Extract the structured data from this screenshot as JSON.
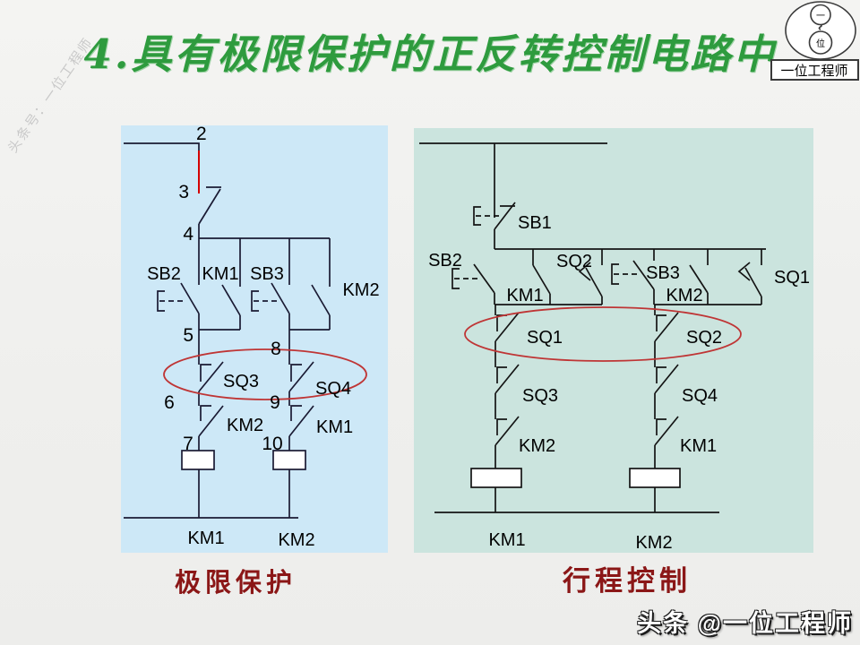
{
  "watermark": {
    "text": "头条号：一位工程师"
  },
  "title": {
    "text": "4.具有极限保护的正反转控制电路中",
    "color": "#2e9b3e"
  },
  "logo": {
    "top_char": "一",
    "bottom_char": "位",
    "box_label": "一位工程师"
  },
  "colors": {
    "page_bg": "#efefed",
    "left_panel_bg": "#cde8f7",
    "right_panel_bg": "#cbe4de",
    "line": "#1a1a33",
    "red_wire": "#d40000",
    "highlight_ellipse": "#bf3535",
    "caption": "#8b1717",
    "title_green": "#2e9b3e"
  },
  "left_diagram": {
    "caption": "极限保护",
    "nodes": {
      "n2": "2",
      "n3": "3",
      "n4": "4",
      "n5": "5",
      "n6": "6",
      "n7": "7",
      "n8": "8",
      "n9": "9",
      "n10": "10"
    },
    "labels": {
      "sb2": "SB2",
      "km1_seal": "KM1",
      "sb3": "SB3",
      "km2_seal": "KM2",
      "sq3": "SQ3",
      "sq4": "SQ4",
      "km2_interlock": "KM2",
      "km1_interlock": "KM1",
      "coil_left": "KM1",
      "coil_right": "KM2"
    }
  },
  "right_diagram": {
    "caption": "行程控制",
    "labels": {
      "sb1": "SB1",
      "sb2": "SB2",
      "km1_seal": "KM1",
      "sq2_top": "SQ2",
      "sb3": "SB3",
      "km2_seal": "KM2",
      "sq1_top": "SQ1",
      "sq1": "SQ1",
      "sq2": "SQ2",
      "sq3": "SQ3",
      "sq4": "SQ4",
      "km2_interlock": "KM2",
      "km1_interlock": "KM1",
      "coil_left": "KM1",
      "coil_right": "KM2"
    }
  },
  "footer": {
    "text": "头条 @一位工程师"
  }
}
